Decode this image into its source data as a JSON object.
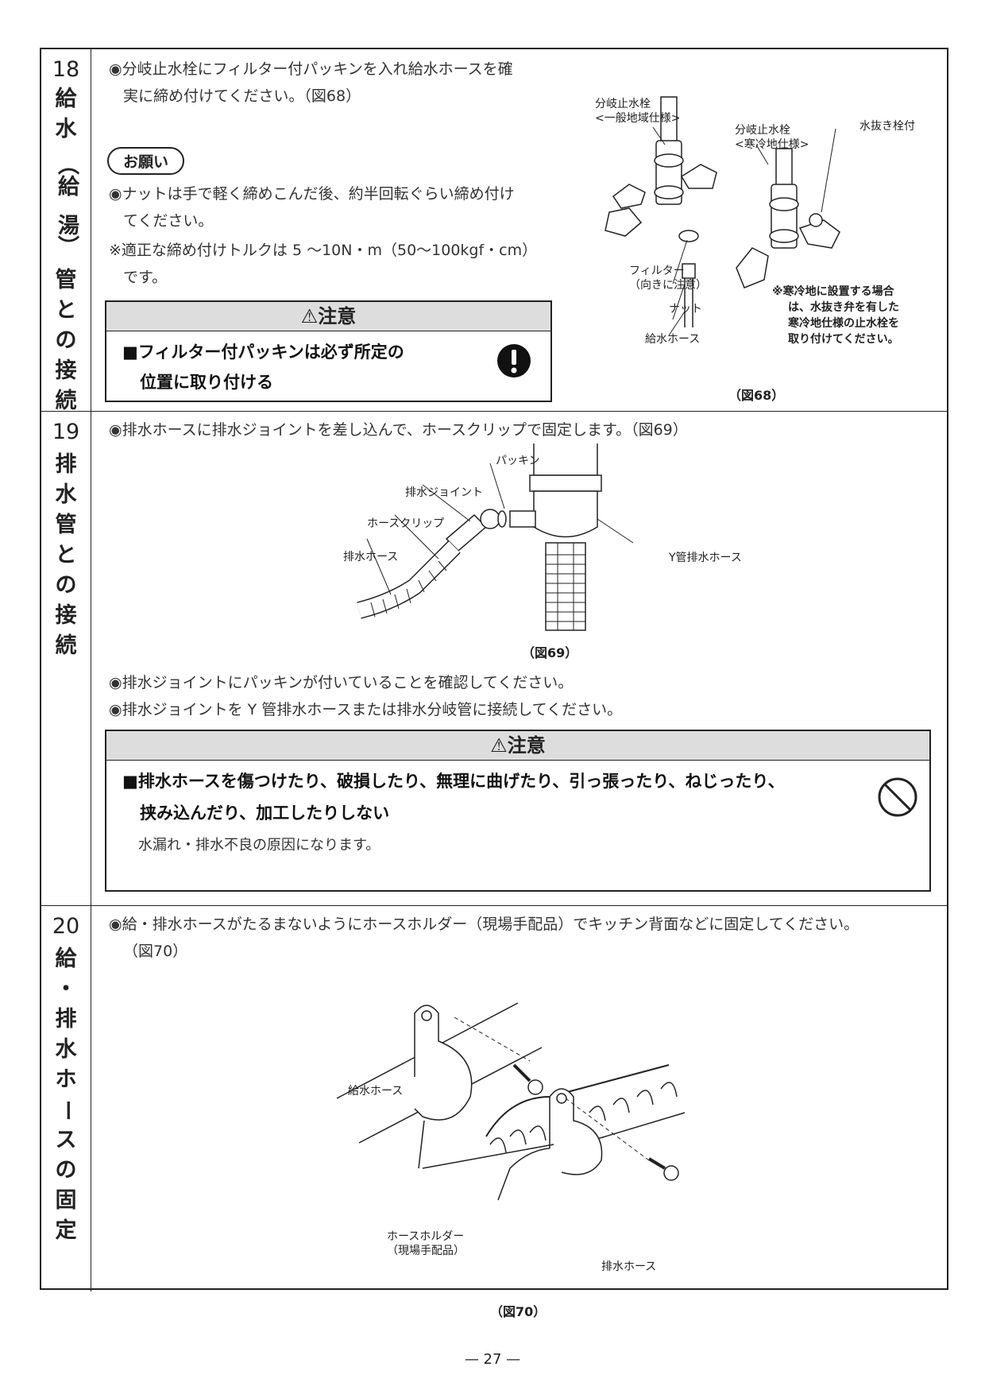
{
  "step18": {
    "num": "18",
    "title_chars": [
      "給",
      "水",
      "（給",
      "湯）",
      "管",
      "と",
      "の",
      "接",
      "続"
    ],
    "instruction_1": "◉分岐止水栓にフィルター付パッキンを入れ給水ホースを確",
    "instruction_2": "実に締め付けてください。（図68）",
    "note_badge": "お願い",
    "note_1": "◉ナットは手で軽く締めこんだ後、約半回転ぐらい締め付け",
    "note_2": "てください。",
    "note_3": "※適正な締め付けトルクは 5 〜10N・m（50〜100kgf・cm）",
    "note_4": "です。",
    "caution_head": "⚠注意",
    "caution_line_1": "■フィルター付パッキンは必ず所定の",
    "caution_line_2": "位置に取り付ける",
    "figure": {
      "label_valve_general_1": "分岐止水栓",
      "label_valve_general_2": "<一般地域仕様>",
      "label_valve_cold_1": "分岐止水栓",
      "label_valve_cold_2": "<寒冷地仕様>",
      "label_drain_plug": "水抜き栓付",
      "label_filter_1": "フィルター",
      "label_filter_2": "（向きに注意）",
      "label_nut": "ナット",
      "label_hose": "給水ホース",
      "note_cold_1": "※寒冷地に設置する場合",
      "note_cold_2": "は、水抜き弁を有した",
      "note_cold_3": "寒冷地仕様の止水栓を",
      "note_cold_4": "取り付けてください。",
      "caption": "（図68）"
    }
  },
  "step19": {
    "num": "19",
    "title_chars": [
      "排",
      "水",
      "管",
      "と",
      "の",
      "接",
      "続"
    ],
    "instruction": "◉排水ホースに排水ジョイントを差し込んで、ホースクリップで固定します。（図69）",
    "figure": {
      "label_packing": "パッキン",
      "label_joint": "排水ジョイント",
      "label_clip": "ホースクリップ",
      "label_hose": "排水ホース",
      "label_y_hose": "Y管排水ホース",
      "caption": "（図69）"
    },
    "check_1": "◉排水ジョイントにパッキンが付いていることを確認してください。",
    "check_2": "◉排水ジョイントを Y 管排水ホースまたは排水分岐管に接続してください。",
    "caution_head": "⚠注意",
    "caution_line_1": "■排水ホースを傷つけたり、破損したり、無理に曲げたり、引っ張ったり、ねじったり、",
    "caution_line_2": "挟み込んだり、加工したりしない",
    "caution_sub": "水漏れ・排水不良の原因になります。"
  },
  "step20": {
    "num": "20",
    "title_chars": [
      "給",
      "・",
      "排",
      "水",
      "ホ",
      "ー",
      "ス",
      "の",
      "固",
      "定"
    ],
    "instruction_1": "◉給・排水ホースがたるまないようにホースホルダー（現場手配品）でキッチン背面などに固定してください。",
    "instruction_2": "（図70）",
    "figure": {
      "label_supply": "給水ホース",
      "label_holder_1": "ホースホルダー",
      "label_holder_2": "（現場手配品）",
      "label_drain": "排水ホース",
      "caption": "（図70）"
    }
  },
  "page_number": "— 27 —"
}
